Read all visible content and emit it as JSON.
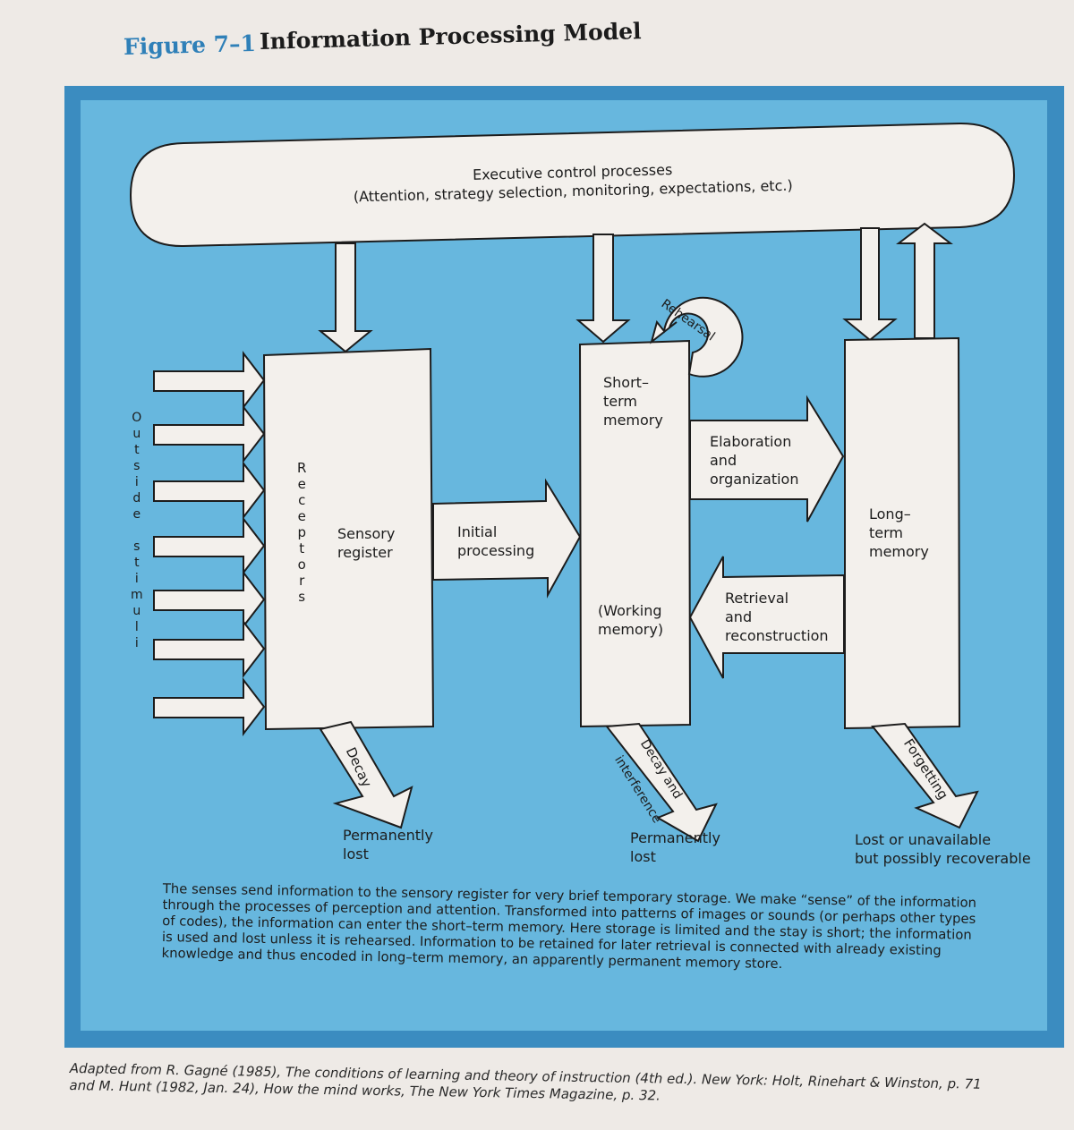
{
  "figure_label": "Figure 7–1",
  "figure_title": "Information Processing Model",
  "executive": {
    "line1": "Executive control processes",
    "line2": "(Attention, strategy selection, monitoring, expectations, etc.)"
  },
  "outside_stimuli": [
    "O",
    "u",
    "t",
    "s",
    "i",
    "d",
    "e",
    " ",
    "s",
    "t",
    "i",
    "m",
    "u",
    "l",
    "i"
  ],
  "receptors": [
    "R",
    "e",
    "c",
    "e",
    "p",
    "t",
    "o",
    "r",
    "s"
  ],
  "sensory_register": "Sensory\nregister",
  "initial_processing": "Initial\nprocessing",
  "short_term": "Short–\nterm\nmemory",
  "working_memory": "(Working\nmemory)",
  "rehearsal": "Rehearsal",
  "elaboration": "Elaboration\nand\norganization",
  "retrieval": "Retrieval\nand\nreconstruction",
  "long_term": "Long–\nterm\nmemory",
  "decay": "Decay",
  "decay_interference_1": "Decay and",
  "decay_interference_2": "interference",
  "forgetting": "Forgetting",
  "lost_sensory": "Permanently\nlost",
  "lost_short": "Permanently\nlost",
  "lost_long": "Lost or unavailable\nbut possibly recoverable",
  "paragraph": "The senses send information to the sensory register for very brief temporary storage. We make “sense” of the information through the processes of perception and attention. Transformed into patterns of images or sounds (or perhaps other types of codes), the information can enter the short–term memory. Here storage is limited and the stay is short; the information is used and lost unless it is rehearsed. Information to be retained for later retrieval is connected with already existing knowledge and thus encoded in long–term memory, an apparently permanent memory store.",
  "credit_line1": "Adapted from R. Gagné (1985), The conditions of learning and theory of instruction (4th ed.). New York: Holt, Rinehart & Winston, p. 71",
  "credit_line2": "and M. Hunt (1982, Jan. 24), How the mind works, The New York Times Magazine, p. 32."
}
